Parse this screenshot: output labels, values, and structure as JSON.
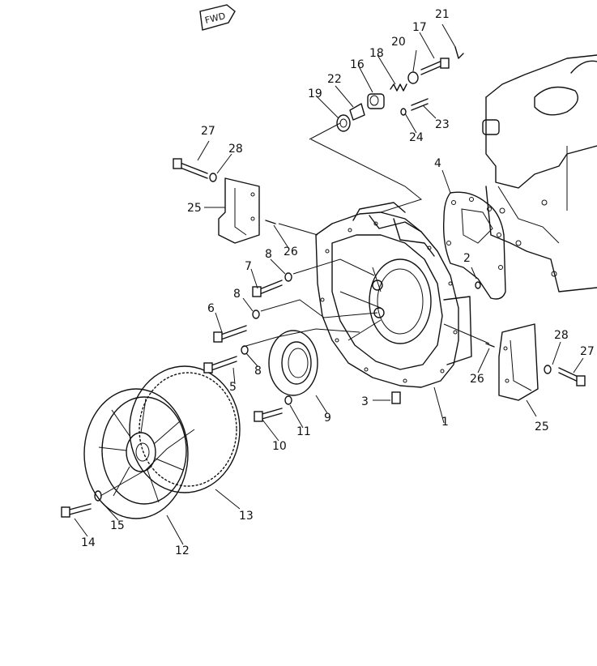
{
  "fwd_label": "FWD",
  "callouts": {
    "c1": "1",
    "c2": "2",
    "c3": "3",
    "c4": "4",
    "c5": "5",
    "c6": "6",
    "c7": "7",
    "c8a": "8",
    "c8b": "8",
    "c8c": "8",
    "c9": "9",
    "c10": "10",
    "c11": "11",
    "c12": "12",
    "c13": "13",
    "c14": "14",
    "c15": "15",
    "c16": "16",
    "c17": "17",
    "c18": "18",
    "c19": "19",
    "c20": "20",
    "c21": "21",
    "c22": "22",
    "c23": "23",
    "c24": "24",
    "c25a": "25",
    "c25b": "25",
    "c26a": "26",
    "c26b": "26",
    "c27a": "27",
    "c27b": "27",
    "c28a": "28",
    "c28b": "28"
  }
}
